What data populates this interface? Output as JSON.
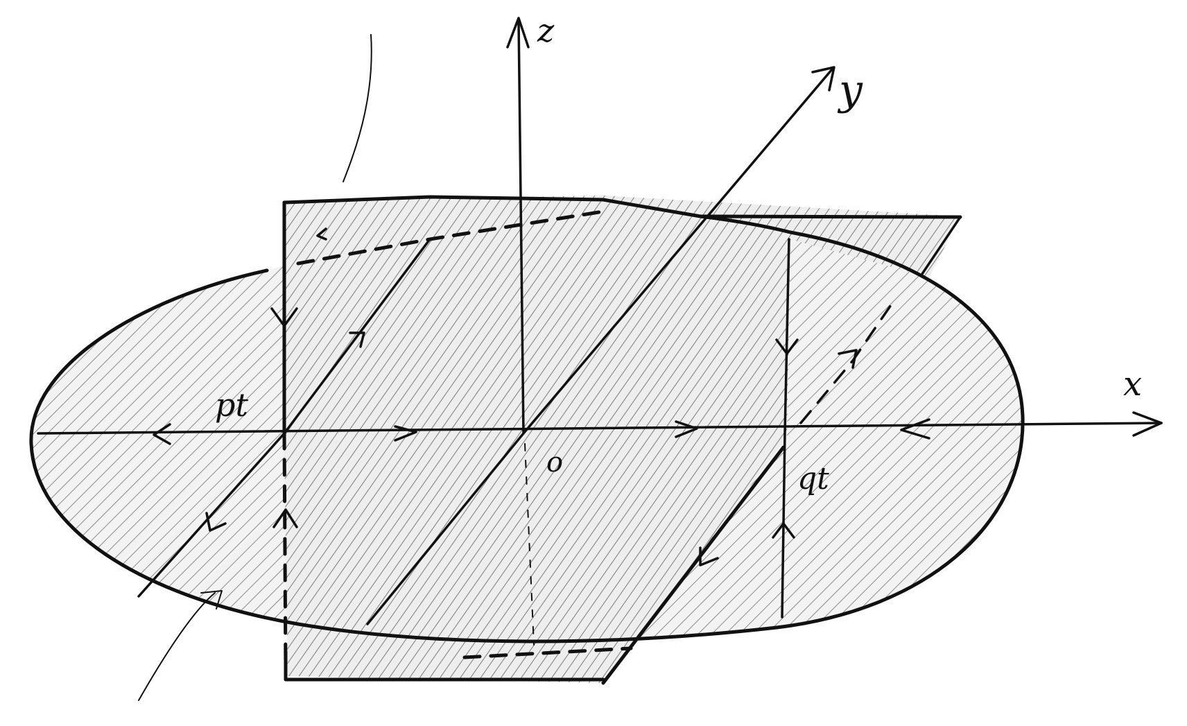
{
  "labels": {
    "axis_z": "z",
    "axis_y": "y",
    "axis_x": "x",
    "pt": "pt",
    "qt": "qt",
    "origin": "o"
  },
  "colors": {
    "ink": "#111111",
    "hatch": "#8a8a8a",
    "paper": "#ffffff"
  }
}
